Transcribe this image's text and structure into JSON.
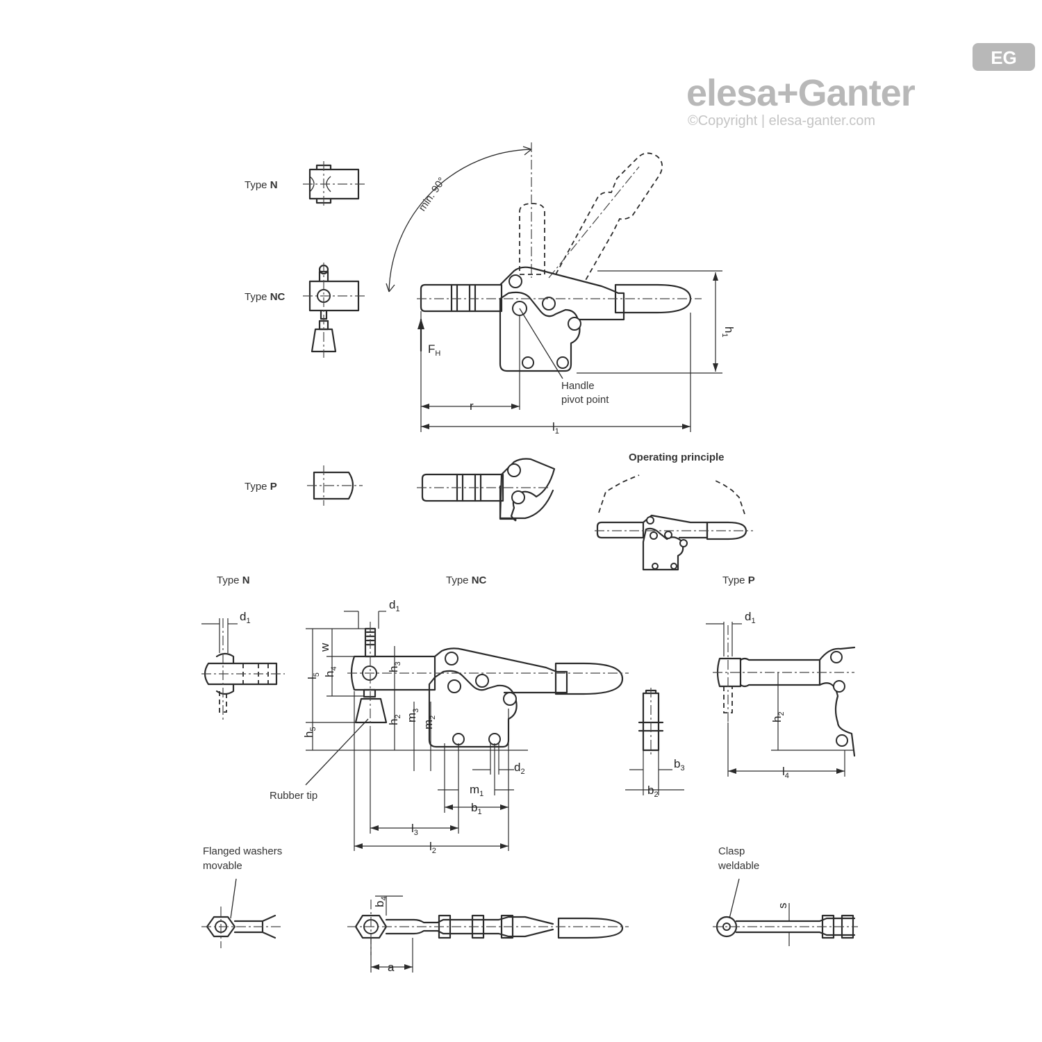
{
  "brand": {
    "logo_text": "elesa+Ganter",
    "badge": "EG",
    "copyright": "©Copyright | elesa-ganter.com",
    "color": "#b8b8b8"
  },
  "labels": {
    "type_n": "Type",
    "type_n_code": "N",
    "type_nc": "Type",
    "type_nc_code": "NC",
    "type_p": "Type",
    "type_p_code": "P",
    "operating_principle": "Operating principle",
    "min_angle": "min. 90°",
    "force": "F",
    "force_sub": "H",
    "handle_pivot_line1": "Handle",
    "handle_pivot_line2": "pivot point",
    "rubber_tip": "Rubber tip",
    "flanged_line1": "Flanged washers",
    "flanged_line2": "movable",
    "clasp_line1": "Clasp",
    "clasp_line2": "weldable"
  },
  "dimensions": {
    "r": "r",
    "l": "l",
    "h": "h",
    "d": "d",
    "w": "w",
    "m": "m",
    "b": "b",
    "a": "a",
    "s": "s",
    "s1": "1",
    "s2": "2",
    "s3": "3",
    "s4": "4",
    "s5": "5"
  }
}
